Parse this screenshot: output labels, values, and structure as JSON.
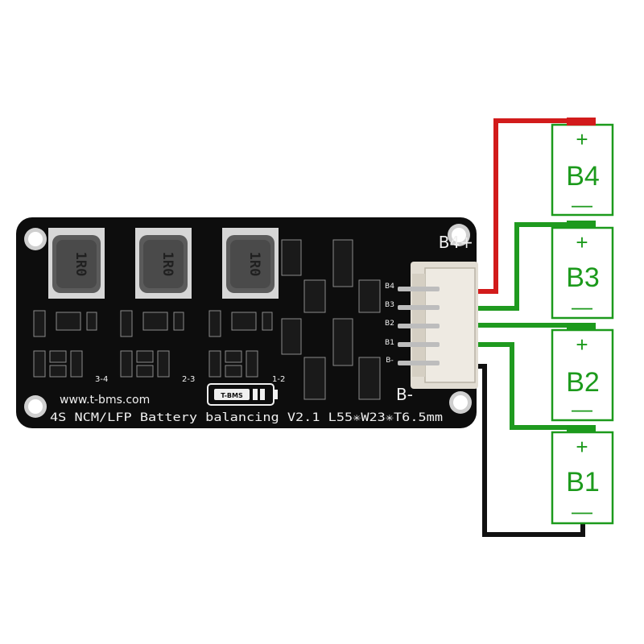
{
  "board": {
    "inductors": [
      "1R0",
      "1R0",
      "1R0"
    ],
    "website": "www.t-bms.com",
    "title": "4S NCM/LFP Battery balancing V2.1 L55✳W23✳T6.5mm",
    "logo_text": "T-BMS",
    "label_b4_plus": "B4+",
    "label_b_minus": "B-",
    "section_labels": [
      "3-4",
      "2-3",
      "1-2"
    ],
    "pin_labels": [
      "B4",
      "B3",
      "B2",
      "B1",
      "B-"
    ]
  },
  "batteries": [
    {
      "name": "B4",
      "plus": "+",
      "minus": "—"
    },
    {
      "name": "B3",
      "plus": "+",
      "minus": "—"
    },
    {
      "name": "B2",
      "plus": "+",
      "minus": "—"
    },
    {
      "name": "B1",
      "plus": "+",
      "minus": "—"
    }
  ],
  "colors": {
    "pcb": "#0d0d0d",
    "wire_positive": "#d21b1b",
    "wire_balance": "#1f9a1f",
    "wire_negative": "#111111",
    "cell_border": "#1c9a1c",
    "connector": "#eeeae2"
  }
}
